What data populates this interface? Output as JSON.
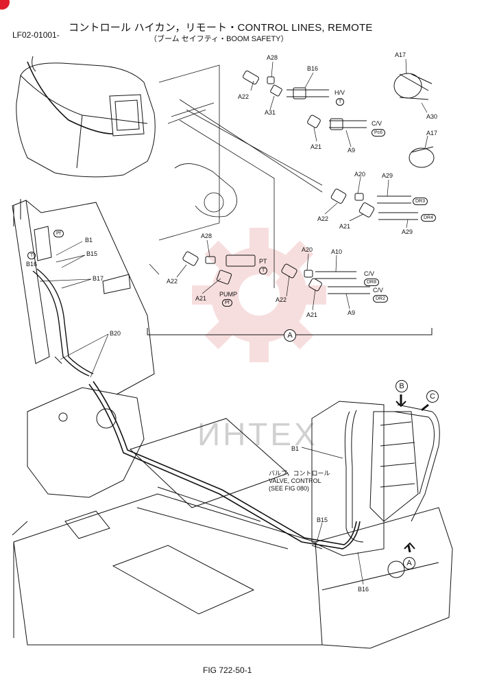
{
  "header": {
    "code": "LF02-01001-",
    "title": "コントロール ハイカン，リモート・CONTROL LINES, REMOTE",
    "subtitle": "（ブーム セイフティ・BOOM SAFETY）"
  },
  "watermark": "ИНТЕХ",
  "figure_caption": "FIG 722-50-1",
  "colors": {
    "accent": "#e01d2a",
    "line": "#111111",
    "watermark": "#e8a3a3"
  },
  "detail_labels": {
    "a28_top": "A28",
    "b16_top": "B16",
    "a22_top": "A22",
    "a31": "A31",
    "hv": "H/V",
    "t_oval_1": "T",
    "a17_top": "A17",
    "a30": "A30",
    "a17_mid": "A17",
    "cv_1": "C/V",
    "pc6": "Pc6",
    "a21_1": "A21",
    "a9_1": "A9",
    "a20_1": "A20",
    "a29_1": "A29",
    "dr3": "DR3",
    "a22_mid": "A22",
    "a21_2": "A21",
    "dr4": "DR4",
    "a29_2": "A29",
    "a28_low": "A28",
    "pt": "PT",
    "t_oval_2": "T",
    "a22_low": "A22",
    "a21_3": "A21",
    "pump": "PUMP",
    "pf_1": "Pf",
    "a20_2": "A20",
    "a10": "A10",
    "cv_2": "C/V",
    "dr8": "DR8",
    "a22_r": "A22",
    "cv_3": "C/V",
    "dr2": "DR2",
    "a21_4": "A21",
    "a9_2": "A9",
    "detail_marker": "A"
  },
  "machine_labels": {
    "pf_2": "Pf",
    "b1_left": "B1",
    "t_oval_3": "T",
    "b16_left": "B16",
    "b15_left": "B15",
    "b17": "B17",
    "b20": "B20",
    "b1_right": "B1",
    "valve_jp": "バルブ，コントロール",
    "valve_en": "VALVE, CONTROL",
    "valve_ref": "(SEE FIG 080)",
    "b15_right": "B15",
    "b16_bottom": "B16",
    "marker_b": "B",
    "marker_c": "C",
    "marker_a": "A"
  }
}
